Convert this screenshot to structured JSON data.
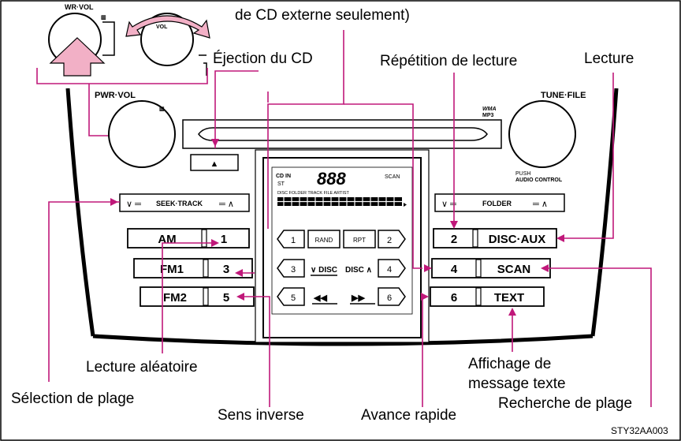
{
  "captions": {
    "top_partial": "de CD externe seulement)",
    "ejection": "Éjection du CD",
    "repetition": "Répétition de lecture",
    "lecture": "Lecture",
    "aleatoire": "Lecture aléatoire",
    "selection": "Sélection de plage",
    "inverse": "Sens inverse",
    "avance": "Avance rapide",
    "affichage_line1": "Affichage de",
    "affichage_line2": "message texte",
    "recherche": "Recherche de plage"
  },
  "panel": {
    "inset_knob_label": "WR·VOL",
    "inset_knob2_label": "VOL",
    "pwr_vol": "PWR·VOL",
    "tune_file": "TUNE·FILE",
    "wma": "WMA",
    "mp3": "MP3",
    "push": "PUSH",
    "audio_control": "AUDIO CONTROL",
    "seek_track": "SEEK·TRACK",
    "folder": "FOLDER",
    "eject_glyph": "▲",
    "display": {
      "cdin": "CD IN",
      "st": "ST",
      "digits": "888",
      "scan": "SCAN",
      "header": "DISC  FOLDER TRACK FILE          ARTIST"
    }
  },
  "buttons_left": [
    {
      "label": "AM",
      "num": "1"
    },
    {
      "label": "FM1",
      "num": "3"
    },
    {
      "label": "FM2",
      "num": "5"
    }
  ],
  "buttons_right": [
    {
      "num": "2",
      "label": "DISC·AUX"
    },
    {
      "num": "4",
      "label": "SCAN"
    },
    {
      "num": "6",
      "label": "TEXT"
    }
  ],
  "display_buttons": {
    "b1": "1",
    "rand": "RAND",
    "rpt": "RPT",
    "b2": "2",
    "b3": "3",
    "disc_down": "∨ DISC",
    "disc_up": "DISC ∧",
    "b4": "4",
    "b5": "5",
    "rew": "◀◀",
    "ff": "▶▶",
    "b6": "6"
  },
  "code": "STY32AA003",
  "colors": {
    "pointer": "#c0187a",
    "arrow_fill": "#f2b0c6"
  }
}
